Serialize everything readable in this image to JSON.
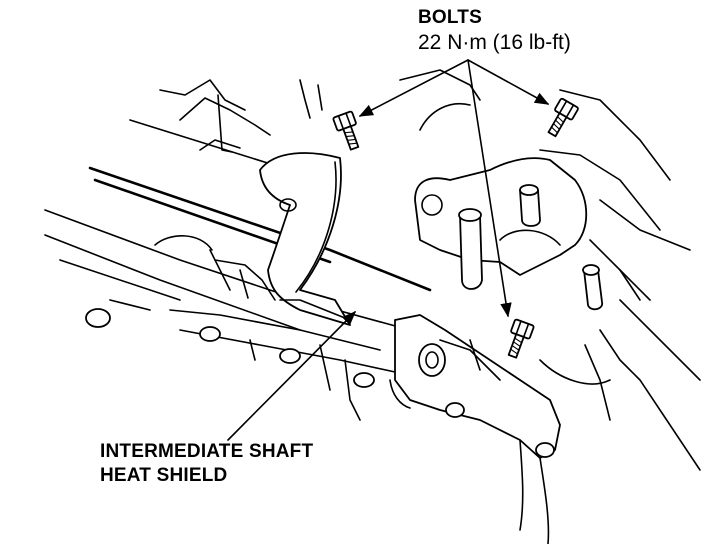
{
  "callouts": {
    "bolts_title": "BOLTS",
    "bolts_torque": "22 N·m (16 lb-ft)",
    "part_line1": "INTERMEDIATE SHAFT",
    "part_line2": "HEAT SHIELD"
  },
  "colors": {
    "ink": "#000000",
    "paper": "#ffffff"
  },
  "icons": {
    "bolt": "bolt-icon",
    "arrow": "leader-arrow"
  }
}
